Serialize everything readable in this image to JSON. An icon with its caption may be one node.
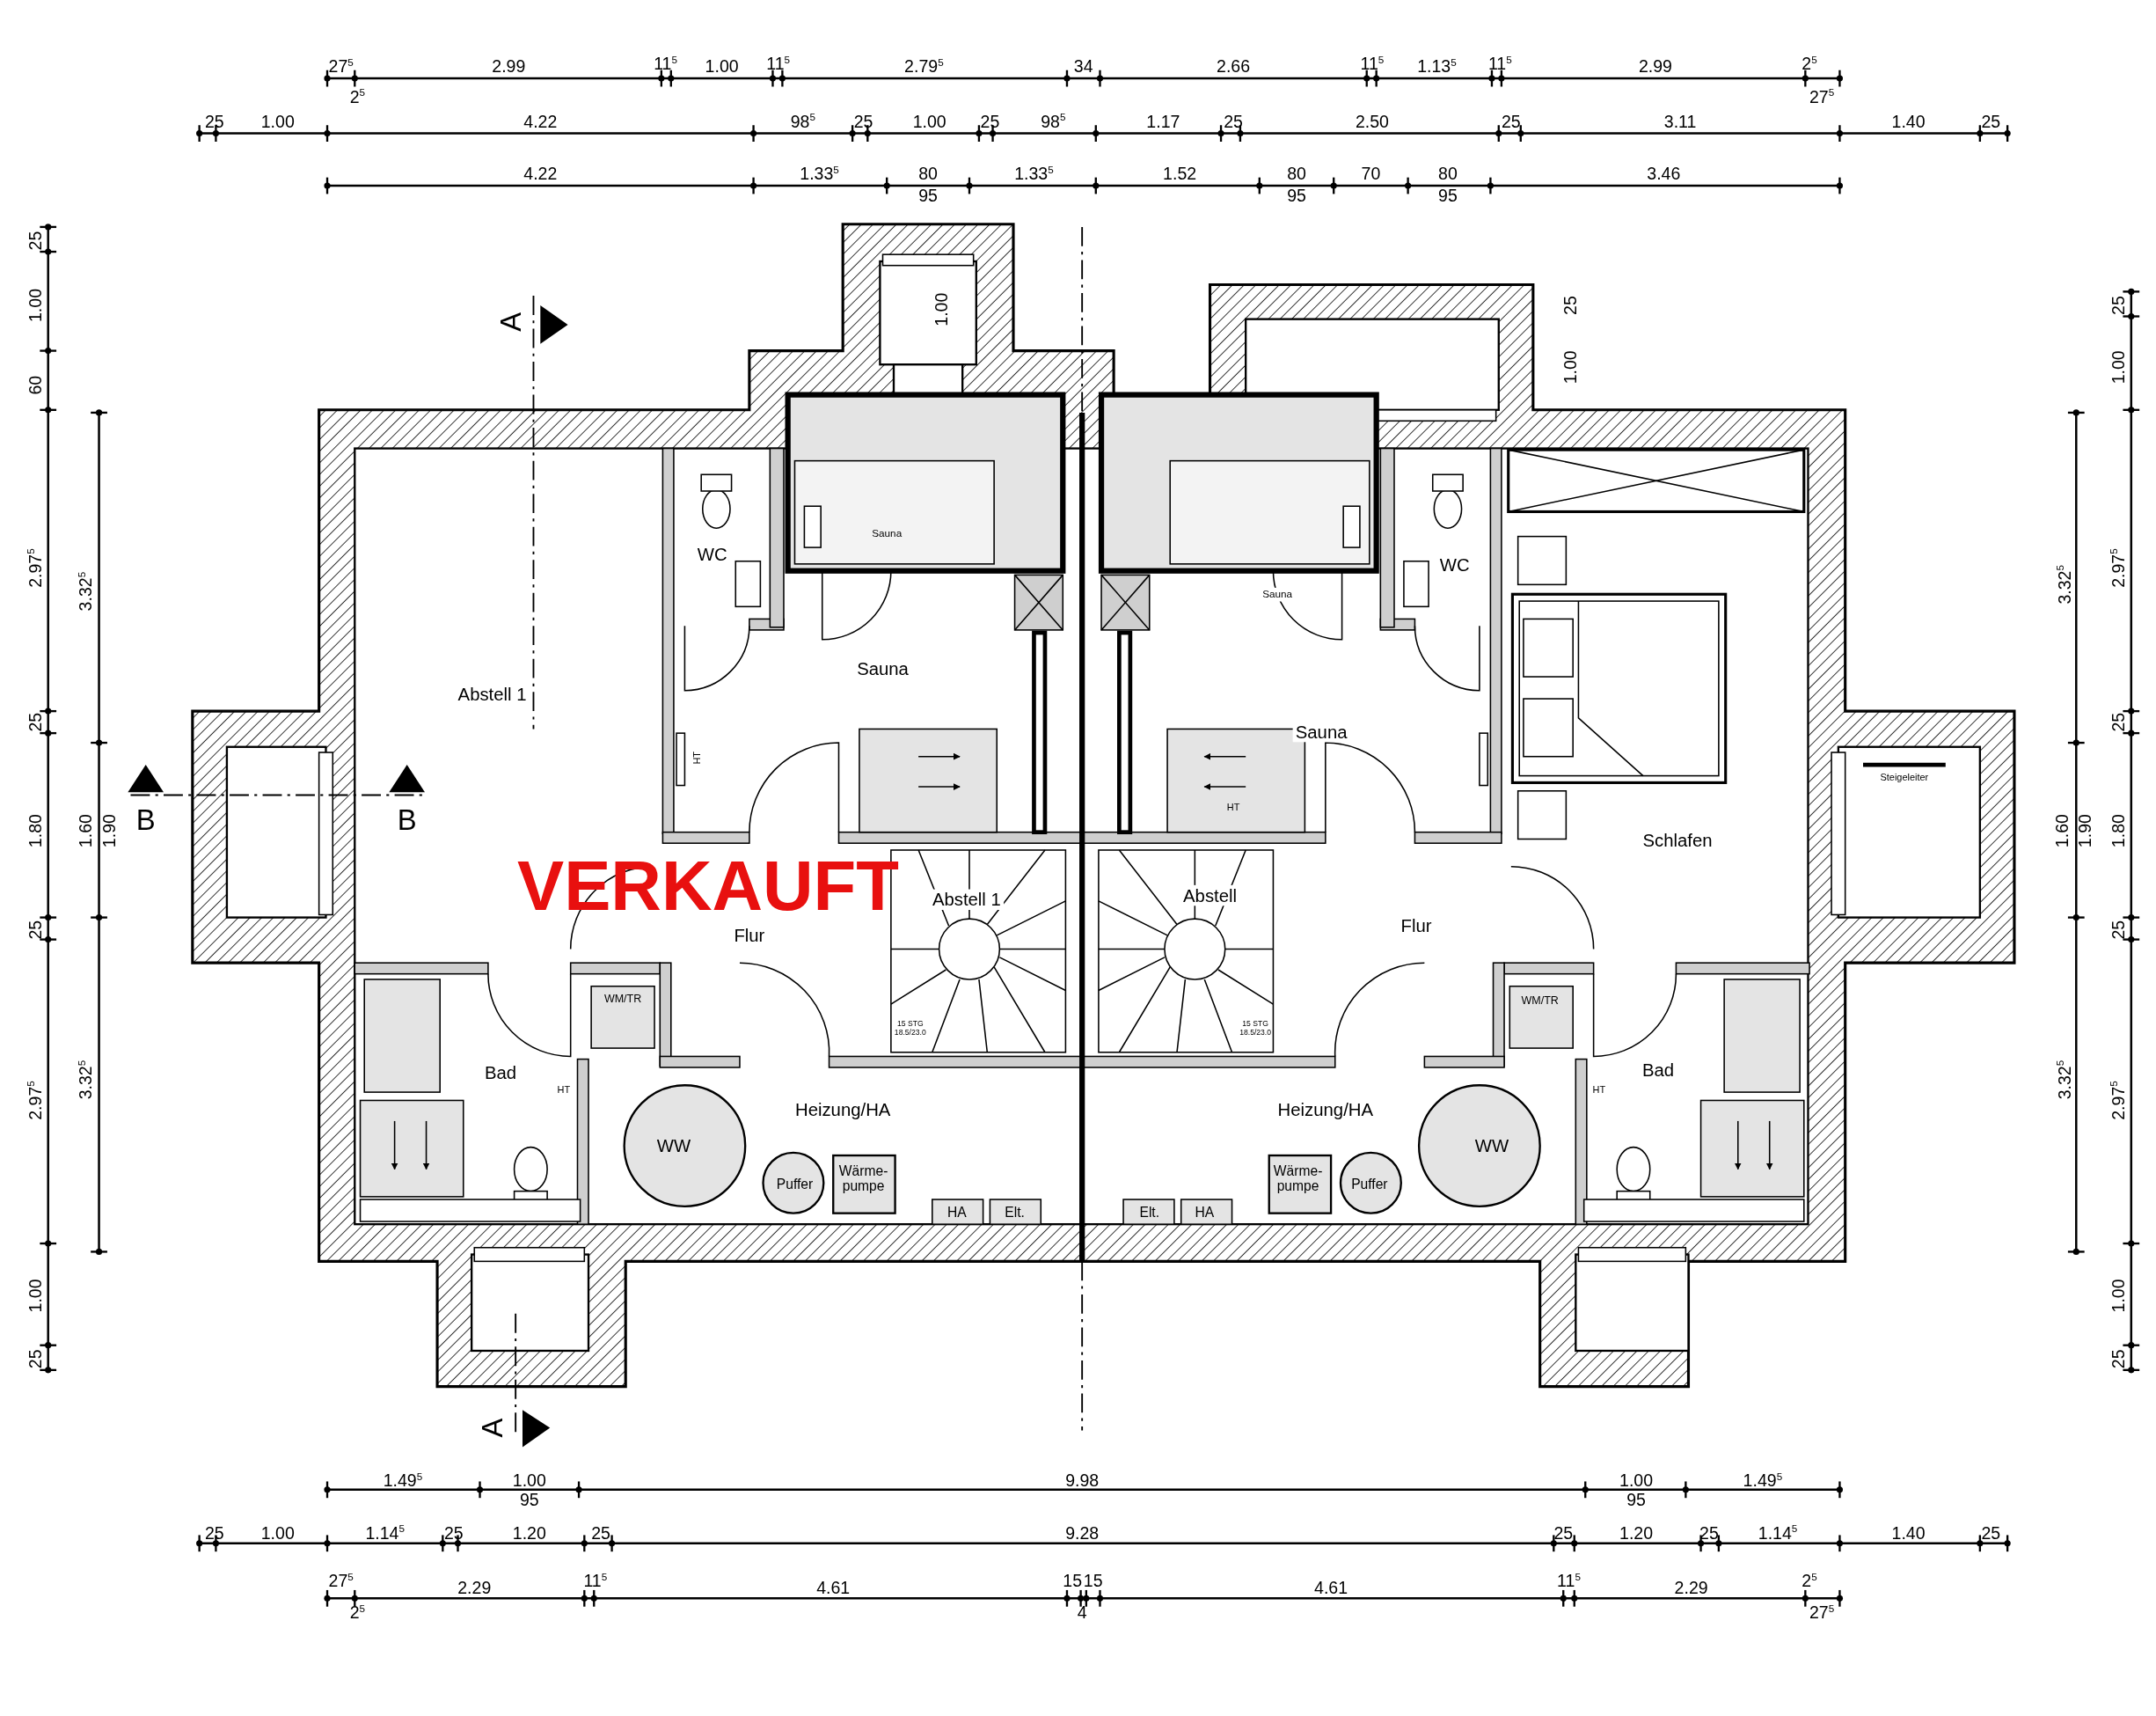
{
  "diagram": {
    "labels": [
      "27$^{5}$",
      "2$^{5}$",
      "2.99",
      "11$^{5}$",
      "1.00",
      "11$^{5}$",
      "2.79$^{5}$",
      "34",
      "2.66",
      "11$^{5}$",
      "1.13$^{5}$",
      "11$^{5}$",
      "2.99",
      "2$^{5}$",
      "27$^{5}$",
      "25",
      "1.00",
      "4.22",
      "98$^{5}$",
      "25",
      "1.00",
      "25",
      "98$^{5}$",
      "1.17",
      "25",
      "2.50",
      "25",
      "3.11",
      "1.40",
      "25",
      "4.22",
      "1.33$^{5}$",
      "80",
      "95",
      "1.33$^{5}$",
      "1.52",
      "80",
      "95",
      "70",
      "80",
      "95",
      "3.46",
      "25",
      "1.00",
      "60",
      "2.97$^{5}$",
      "25",
      "1.80",
      "25",
      "2.97$^{5}$",
      "1.00",
      "25",
      "3.32$^{5}$",
      "1.60",
      "1.90",
      "3.32$^{5}$",
      "25",
      "1.00",
      "2.97$^{5}$",
      "25",
      "1.80",
      "25",
      "2.97$^{5}$",
      "1.00",
      "25",
      "3.32$^{5}$",
      "1.60",
      "1.90",
      "3.32$^{5}$",
      "A",
      "1.00",
      "25",
      "1.00",
      "WC",
      "Sauna",
      "Sauna",
      "WC",
      "Abstell 1",
      "Sauna",
      "Sauna",
      "HT",
      "Steigeleiter",
      "B",
      "B",
      "HT",
      "Schlafen",
      "VERKAUFT",
      "Abstell 1",
      "Abstell",
      "Flur",
      "Flur",
      "WM/TR",
      "WM/TR",
      "15 STG 18.5/23.0",
      "15 STG 18.5/23.0",
      "Bad",
      "Bad",
      "HT",
      "HT",
      "Heizung/HA",
      "Heizung/HA",
      "WW",
      "WW",
      "Wärme- pumpe",
      "Wärme- pumpe",
      "Puffer",
      "Puffer",
      "HA",
      "Elt.",
      "Elt.",
      "HA",
      "A",
      "1.49$^{5}$",
      "1.00",
      "95",
      "9.98",
      "1.00",
      "95",
      "1.49$^{5}$",
      "25",
      "1.00",
      "1.14$^{5}$",
      "25",
      "1.20",
      "25",
      "9.28",
      "25",
      "1.20",
      "25",
      "1.14$^{5}$",
      "1.40",
      "25",
      "27$^{5}$",
      "2$^{5}$",
      "2.29",
      "11$^{5}$",
      "4.61",
      "15",
      "15",
      "4",
      "4.61",
      "11$^{5}$",
      "2.29",
      "2$^{5}$",
      "27$^{5}$"
    ]
  }
}
